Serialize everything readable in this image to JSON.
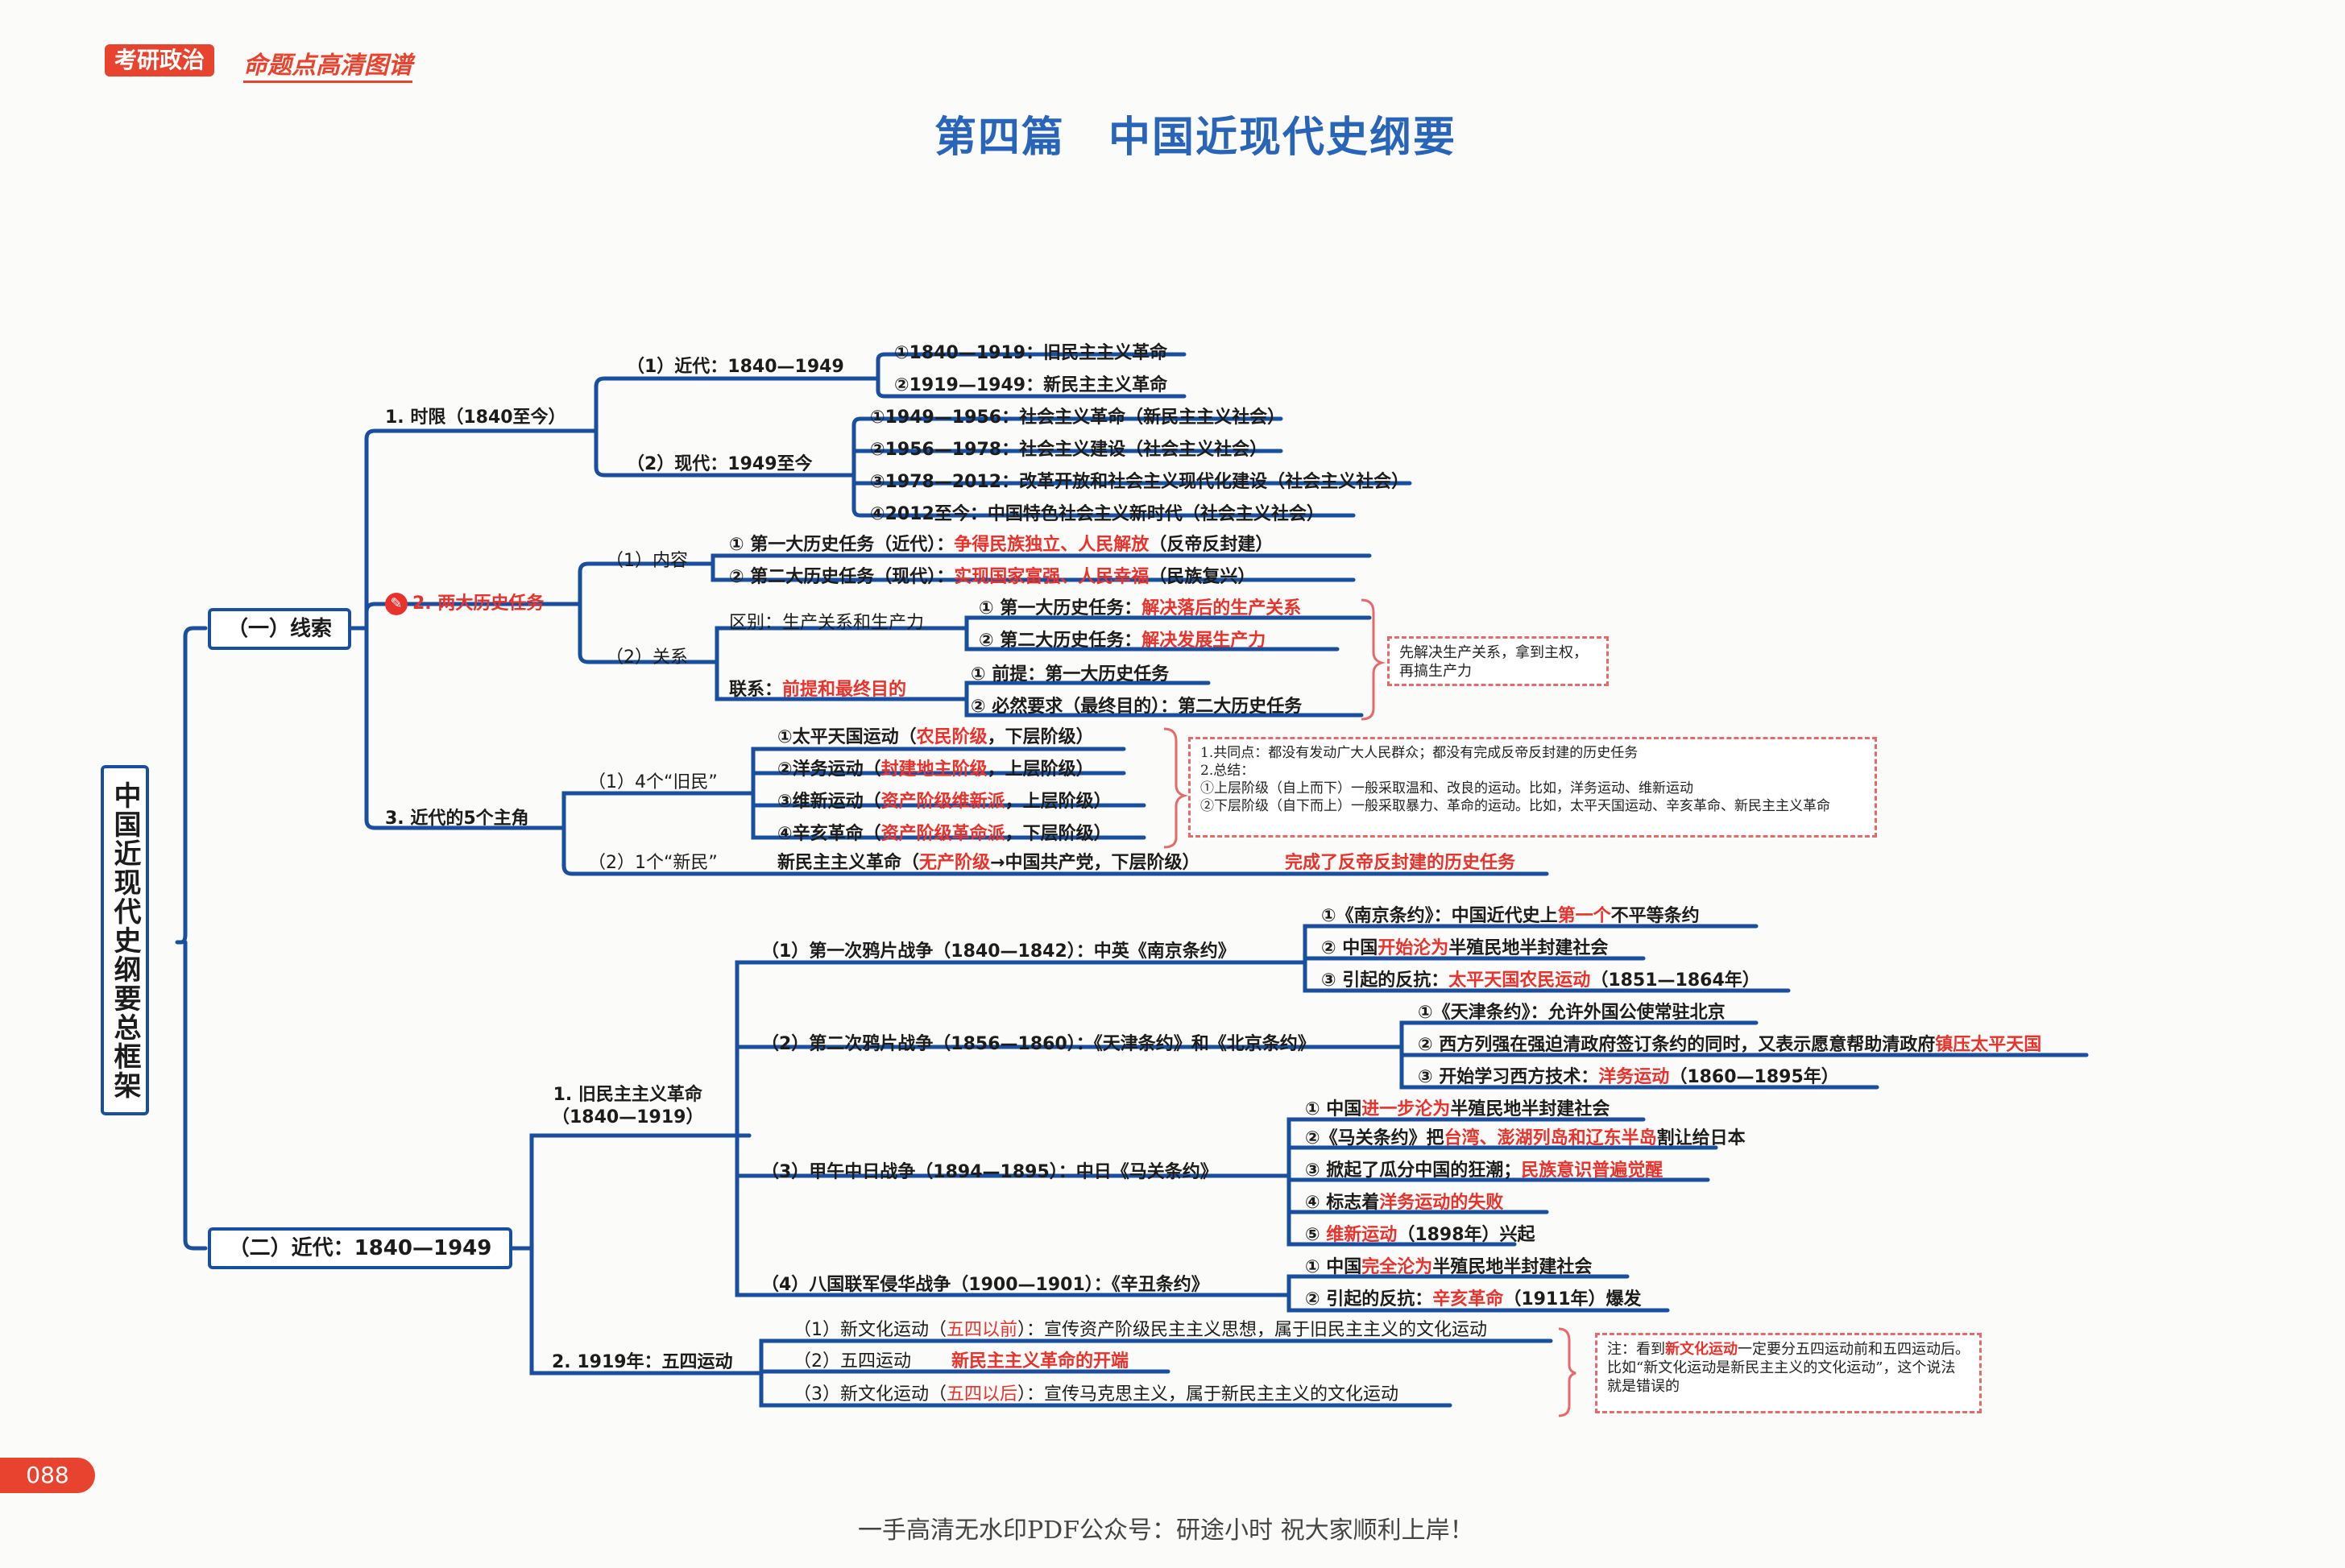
{
  "header": {
    "badge": "考研政治",
    "subtitle": "命题点高清图谱"
  },
  "title": "第四篇　中国近现代史纲要",
  "root": "中国近现代史纲要总框架",
  "page_number": "088",
  "footer": "一手高清无水印PDF公众号：研途小时  祝大家顺利上岸！",
  "xiansuo": {
    "label": "（一）线索",
    "shixian": {
      "label": "1. 时限（1840至今）",
      "jindai": {
        "label": "（1）近代：1840—1949",
        "items": [
          "①1840—1919：旧民主主义革命",
          "②1919—1949：新民主主义革命"
        ]
      },
      "xiandai": {
        "label": "（2）现代：1949至今",
        "items": [
          "①1949—1956：社会主义革命（新民主主义社会）",
          "②1956—1978：社会主义建设（社会主义社会）",
          "③1978—2012：改革开放和社会主义现代化建设（社会主义社会）",
          "④2012至今：中国特色社会主义新时代（社会主义社会）"
        ]
      }
    },
    "renwu": {
      "label": "2. 两大历史任务",
      "neirong": {
        "label": "（1）内容",
        "r1": {
          "a": "① 第一大历史任务（近代）：",
          "b": "争得民族独立、人民解放",
          "c": "（反帝反封建）"
        },
        "r2": {
          "a": "② 第二大历史任务（现代）：",
          "b": "实现国家富强、人民幸福",
          "c": "（民族复兴）"
        }
      },
      "guanxi": {
        "label": "（2）关系",
        "qubie": "区别：生产关系和生产力",
        "q1": {
          "a": "① 第一大历史任务：",
          "b": "解决落后的生产关系"
        },
        "q2": {
          "a": "② 第二大历史任务：",
          "b": "解决发展生产力"
        },
        "lianxi_a": "联系：",
        "lianxi_b": "前提和最终目的",
        "l1": "① 前提：第一大历史任务",
        "l2": "② 必然要求（最终目的）：第二大历史任务"
      },
      "note": "先解决生产关系，拿到主权，再搞生产力"
    },
    "zhujue": {
      "label": "3. 近代的5个主角",
      "jiu": {
        "label": "（1）4个“旧民”",
        "items": [
          {
            "a": "①太平天国运动（",
            "b": "农民阶级",
            "c": "，下层阶级）"
          },
          {
            "a": "②洋务运动（",
            "b": "封建地主阶级",
            "c": "，上层阶级）"
          },
          {
            "a": "③维新运动（",
            "b": "资产阶级维新派",
            "c": "，上层阶级）"
          },
          {
            "a": "④辛亥革命（",
            "b": "资产阶级革命派",
            "c": "，下层阶级）"
          }
        ]
      },
      "xin": {
        "label": "（2）1个“新民”",
        "a": "新民主主义革命（",
        "b": "无产阶级",
        "c": "→中国共产党，下层阶级）",
        "d": "完成了反帝反封建的历史任务"
      },
      "note": "1.共同点：都没有发动广大人民群众；都没有完成反帝反封建的历史任务\n2.总结：\n①上层阶级（自上而下）一般采取温和、改良的运动。比如，洋务运动、维新运动\n②下层阶级（自下而上）一般采取暴力、革命的运动。比如，太平天国运动、辛亥革命、新民主主义革命"
    }
  },
  "jindai": {
    "label": "（二）近代：1840—1949",
    "jiuminzhu": {
      "label": "1. 旧民主主义革命",
      "label2": "（1840—1919）",
      "war1": {
        "label": "（1）第一次鸦片战争（1840—1842）：中英《南京条约》",
        "i1": {
          "a": "①《南京条约》：中国近代史上",
          "b": "第一个",
          "c": "不平等条约"
        },
        "i2": {
          "a": "② 中国",
          "b": "开始沦为",
          "c": "半殖民地半封建社会"
        },
        "i3": {
          "a": "③ 引起的反抗：",
          "b": "太平天国农民运动",
          "c": "（1851—1864年）"
        }
      },
      "war2": {
        "label": "（2）第二次鸦片战争（1856—1860）：《天津条约》和《北京条约》",
        "i1": "①《天津条约》：允许外国公使常驻北京",
        "i2": {
          "a": "② 西方列强在强迫清政府签订条约的同时，又表示愿意帮助清政府",
          "b": "镇压太平天国"
        },
        "i3": {
          "a": "③ 开始学习西方技术：",
          "b": "洋务运动",
          "c": "（1860—1895年）"
        }
      },
      "war3": {
        "label": "（3）甲午中日战争（1894—1895）：中日《马关条约》",
        "i1": {
          "a": "① 中国",
          "b": "进一步沦为",
          "c": "半殖民地半封建社会"
        },
        "i2": {
          "a": "②《马关条约》把",
          "b": "台湾、澎湖列岛和辽东半岛",
          "c": "割让给日本"
        },
        "i3": {
          "a": "③ 掀起了瓜分中国的狂潮；",
          "b": "民族意识普遍觉醒"
        },
        "i4": {
          "a": "④ 标志着",
          "b": "洋务运动的失败"
        },
        "i5": {
          "a": "⑤ ",
          "b": "维新运动",
          "c": "（1898年）兴起"
        }
      },
      "war4": {
        "label": "（4）八国联军侵华战争（1900—1901）：《辛丑条约》",
        "i1": {
          "a": "① 中国",
          "b": "完全沦为",
          "c": "半殖民地半封建社会"
        },
        "i2": {
          "a": "② 引起的反抗：",
          "b": "辛亥革命",
          "c": "（1911年）爆发"
        }
      }
    },
    "wusi": {
      "label": "2. 1919年：五四运动",
      "i1": {
        "a": "（1）新文化运动（",
        "b": "五四以前",
        "c": "）：宣传资产阶级民主主义思想，属于旧民主主义的文化运动"
      },
      "i2": {
        "a": "（2）五四运动",
        "b": "新民主主义革命的开端"
      },
      "i3": {
        "a": "（3）新文化运动（",
        "b": "五四以后",
        "c": "）：宣传马克思主义，属于新民主主义的文化运动"
      },
      "note_a": "注：看到",
      "note_b": "新文化运动",
      "note_c": "一定要分五四运动前和五四运动后。比如“新文化运动是新民主主义的文化运动”，这个说法就是错误的"
    }
  },
  "colors": {
    "line": "#1a4fa0",
    "accent_red": "#e8322b",
    "note_border": "#e56b6b"
  }
}
